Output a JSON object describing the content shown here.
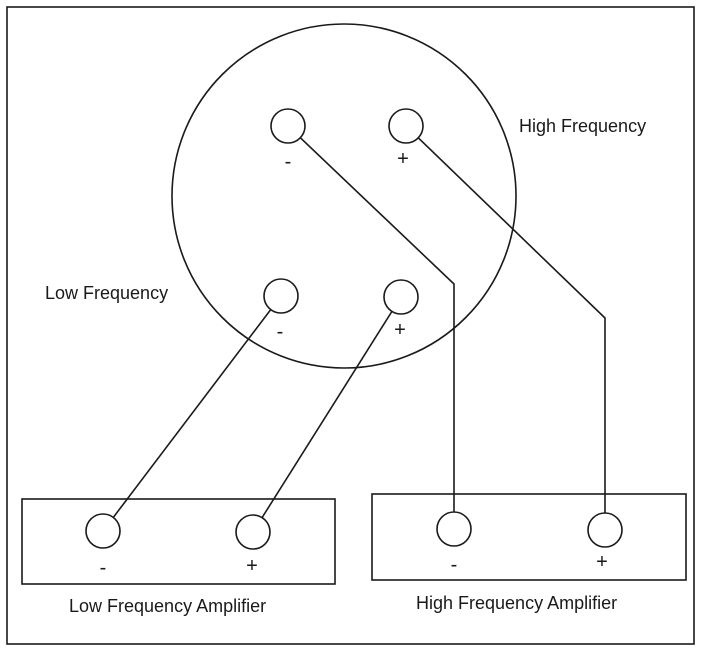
{
  "speaker": {
    "high_frequency_label": "High Frequency",
    "low_frequency_label": "Low Frequency",
    "hf_minus": "-",
    "hf_plus": "+",
    "lf_minus": "-",
    "lf_plus": "+"
  },
  "low_frequency_amplifier": {
    "label": "Low Frequency Amplifier",
    "minus": "-",
    "plus": "+"
  },
  "high_frequency_amplifier": {
    "label": "High Frequency Amplifier",
    "minus": "-",
    "plus": "+"
  }
}
